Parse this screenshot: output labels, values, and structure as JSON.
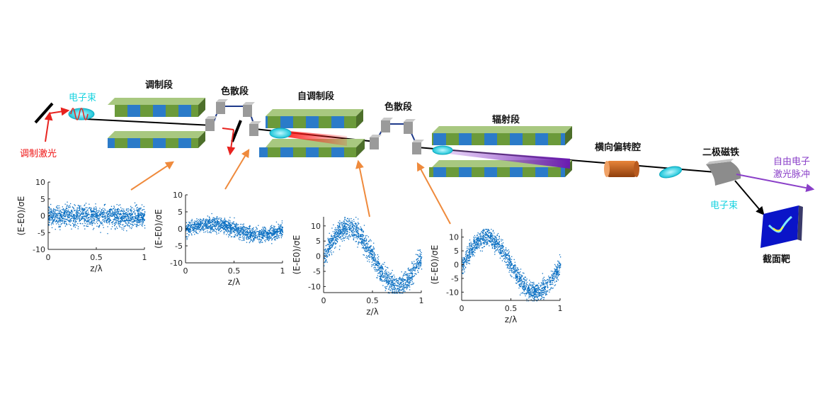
{
  "labels": {
    "laser": "调制激光",
    "ebeam_in": "电子束",
    "modulator": "调制段",
    "chicane1": "色散段",
    "self_modulator": "自调制段",
    "chicane2": "色散段",
    "radiator": "辐射段",
    "cavity": "横向偏转腔",
    "dipole": "二极磁铁",
    "fel_line1": "自由电子",
    "fel_line2": "激光脉冲",
    "ebeam_out": "电子束",
    "screen": "截面靶"
  },
  "colors": {
    "laser": "#e8231f",
    "ebeam": "#19d3e0",
    "fel": "#8a3fc8",
    "undulator_blue": "#2b7bc9",
    "undulator_green": "#6b9a3a",
    "arrow": "#ef8a3c",
    "scatter": "#0a6fc2"
  },
  "chart_data": [
    {
      "type": "scatter",
      "xlabel": "z/λ",
      "ylabel": "(E-E0)/σE",
      "xlim": [
        0,
        1
      ],
      "ylim": [
        -10,
        10
      ],
      "xticks": [
        "0",
        "0.5",
        "1"
      ],
      "yticks": [
        "10",
        "5",
        "0",
        "-5",
        "-10"
      ],
      "amplitude": 0.3,
      "spread": 2.2
    },
    {
      "type": "scatter",
      "xlabel": "z/λ",
      "ylabel": "(E-E0)/σE",
      "xlim": [
        0,
        1
      ],
      "ylim": [
        -10,
        10
      ],
      "xticks": [
        "0",
        "0.5",
        "1"
      ],
      "yticks": [
        "10",
        "5",
        "0",
        "-5",
        "-10"
      ],
      "amplitude": 1.6,
      "spread": 1.5
    },
    {
      "type": "scatter",
      "xlabel": "z/λ",
      "ylabel": "(E-E0)/σE",
      "xlim": [
        0,
        1
      ],
      "ylim": [
        -12,
        13
      ],
      "xticks": [
        "0",
        "0.5",
        "1"
      ],
      "yticks": [
        "10",
        "5",
        "0",
        "-5",
        "-10"
      ],
      "amplitude": 9.5,
      "spread": 2.5
    },
    {
      "type": "scatter",
      "xlabel": "z/λ",
      "ylabel": "(E-E0)/σE",
      "xlim": [
        0,
        1
      ],
      "ylim": [
        -13,
        13
      ],
      "xticks": [
        "0",
        "0.5",
        "1"
      ],
      "yticks": [
        "10",
        "5",
        "0",
        "-5",
        "-10"
      ],
      "amplitude": 10,
      "spread": 2.5
    }
  ]
}
